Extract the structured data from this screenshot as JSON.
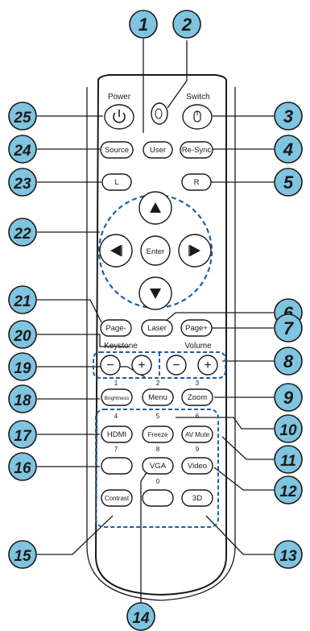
{
  "remote": {
    "power_label": "Power",
    "switch_label": "Switch",
    "keystone_label": "Keystone",
    "volume_label": "Volume",
    "buttons": {
      "source": "Source",
      "user": "User",
      "resync": "Re-Sync",
      "l": "L",
      "r": "R",
      "enter": "Enter",
      "page_minus": "Page-",
      "laser": "Laser",
      "page_plus": "Page+",
      "brightness": "Brightness",
      "menu": "Menu",
      "zoom": "Zoom",
      "hdmi": "HDMI",
      "freeze": "Freeze",
      "av_mute": "AV Mute",
      "vga": "VGA",
      "video": "Video",
      "contrast": "Contrast",
      "three_d": "3D",
      "minus": "−",
      "plus": "+"
    },
    "digits": {
      "d1": "1",
      "d2": "2",
      "d3": "3",
      "d4": "4",
      "d5": "5",
      "d6": "6",
      "d7": "7",
      "d8": "8",
      "d9": "9",
      "d0": "0"
    }
  },
  "callouts": [
    "1",
    "2",
    "3",
    "4",
    "5",
    "6",
    "7",
    "8",
    "9",
    "10",
    "11",
    "12",
    "13",
    "14",
    "15",
    "16",
    "17",
    "18",
    "19",
    "20",
    "21",
    "22",
    "23",
    "24",
    "25"
  ],
  "colors": {
    "badge_fill": "#7fc4e0",
    "outline": "#1a1a1a",
    "body_fill": "#ffffff"
  }
}
